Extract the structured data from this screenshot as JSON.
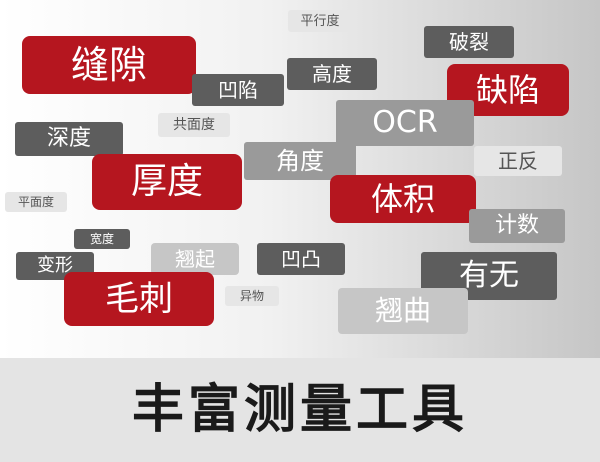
{
  "tags": {
    "fengxi": "缝隙",
    "pingxingdu": "平行度",
    "polie": "破裂",
    "aoxian": "凹陷",
    "gaodu": "高度",
    "quexian": "缺陷",
    "gongmiandu": "共面度",
    "shendu": "深度",
    "ocr": "OCR",
    "jiaodu": "角度",
    "zhengfan": "正反",
    "houdu": "厚度",
    "tiji": "体积",
    "pingmiandu": "平面度",
    "jishu": "计数",
    "kuandu": "宽度",
    "qiaoqi": "翘起",
    "aotu": "凹凸",
    "bianxing": "变形",
    "youwu": "有无",
    "maoci": "毛刺",
    "yiwu": "异物",
    "qiaoqu": "翘曲"
  },
  "footer": {
    "title": "丰富测量工具"
  },
  "colors": {
    "red": "#b5161f",
    "dark_gray": "#5d5d5d",
    "mid_gray": "#9a9a9a",
    "light_gray": "#c6c6c6",
    "pale_gray": "#e6e6e6",
    "footer_bg": "#e4e4e4",
    "title_text": "#1a1a1a"
  }
}
